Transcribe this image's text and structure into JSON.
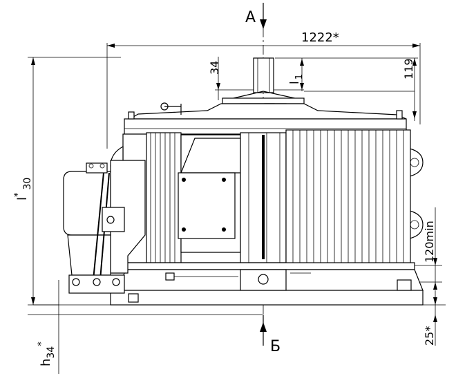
{
  "view_labels": {
    "top": "А",
    "bottom": "Б"
  },
  "dimensions": {
    "overall_width": "1222*",
    "shaft_offset": "34",
    "shaft_length_symbol": "l",
    "shaft_length_sub": "1",
    "shaft_height": "119",
    "clearance": "120min",
    "base_offset": "25*",
    "overall_height_symbol": "l",
    "overall_height_star": "*",
    "overall_height_sub": "30",
    "axis_height_symbol": "h",
    "axis_height_sub": "34",
    "axis_height_star": "*"
  }
}
